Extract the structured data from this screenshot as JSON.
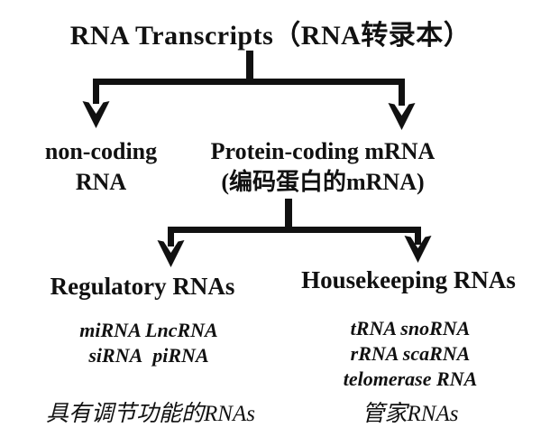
{
  "colors": {
    "background": "#ffffff",
    "ink": "#111111"
  },
  "title": "RNA Transcripts（RNA转录本）",
  "branch1": {
    "left": {
      "lines": [
        "non-coding",
        "RNA"
      ]
    },
    "right": {
      "lines": [
        "Protein-coding mRNA",
        "(编码蛋白的mRNA)"
      ]
    }
  },
  "branch2": {
    "left": {
      "heading": "Regulatory RNAs",
      "items": [
        "miRNA LncRNA",
        "siRNA  piRNA"
      ],
      "caption": "具有调节功能的RNAs"
    },
    "right": {
      "heading": "Housekeeping RNAs",
      "items": [
        "tRNA snoRNA",
        "rRNA scaRNA",
        "telomerase RNA"
      ],
      "caption": "管家RNAs"
    }
  }
}
